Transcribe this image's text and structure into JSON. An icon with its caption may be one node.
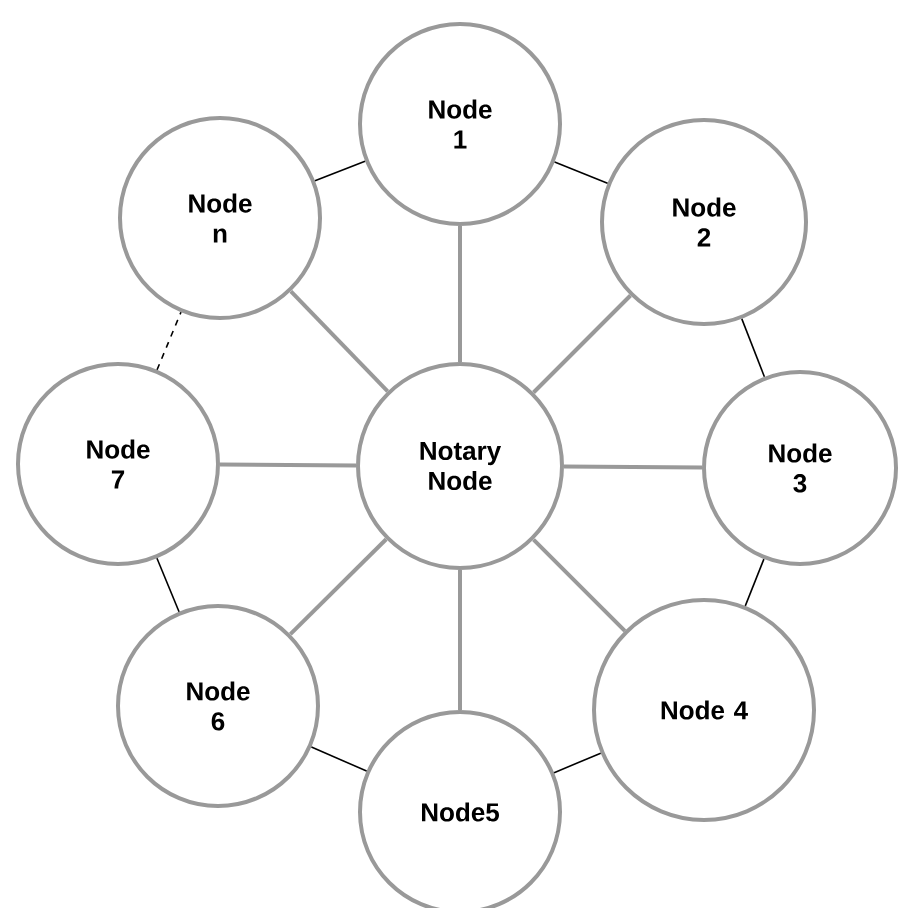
{
  "diagram": {
    "nodes": [
      {
        "text": [
          "Node 1"
        ]
      },
      {
        "text": [
          "Node n"
        ]
      },
      {
        "text": [
          "Node 2"
        ]
      },
      {
        "text": [
          "Node 7"
        ]
      },
      {
        "text": [
          "Notary Node"
        ]
      },
      {
        "text": [
          "Node 3"
        ]
      },
      {
        "text": [
          "Node 6"
        ]
      },
      {
        "text": [
          "Node 4"
        ]
      },
      {
        "text": [
          "Node5"
        ]
      }
    ],
    "edges": [
      {
        "from": 4,
        "to": 0,
        "arrow": "none"
      },
      {
        "from": 4,
        "to": 2,
        "arrow": "none"
      },
      {
        "from": 4,
        "to": 5,
        "arrow": "none"
      },
      {
        "from": 4,
        "to": 7,
        "arrow": "none"
      },
      {
        "from": 4,
        "to": 8,
        "arrow": "none"
      },
      {
        "from": 4,
        "to": 6,
        "arrow": "none"
      },
      {
        "from": 4,
        "to": 3,
        "arrow": "none"
      },
      {
        "from": 4,
        "to": 1,
        "arrow": "none"
      },
      {
        "from": 0,
        "to": 2,
        "arrow": "none",
        "color": "#000000"
      },
      {
        "from": 2,
        "to": 5,
        "arrow": "none",
        "color": "#000000"
      },
      {
        "from": 5,
        "to": 7,
        "arrow": "none",
        "color": "#000000"
      },
      {
        "from": 7,
        "to": 8,
        "arrow": "none",
        "color": "#000000"
      },
      {
        "from": 8,
        "to": 6,
        "arrow": "none",
        "color": "#000000"
      },
      {
        "from": 6,
        "to": 3,
        "arrow": "none",
        "color": "#000000"
      },
      {
        "from": 3,
        "to": 1,
        "arrow": "none",
        "style": "dashed",
        "color": "#000000"
      },
      {
        "from": 1,
        "to": 0,
        "arrow": "none",
        "color": "#000000"
      }
    ]
  }
}
